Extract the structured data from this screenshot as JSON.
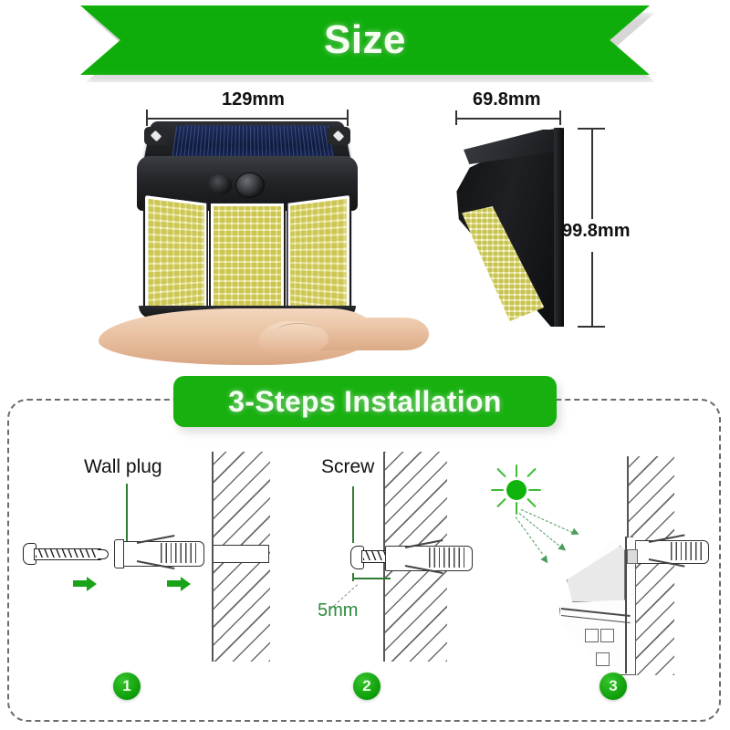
{
  "top_banner": {
    "title": "Size",
    "color": "#12b00c",
    "text_color": "#f4fff0"
  },
  "dimensions": {
    "width_label": "129mm",
    "depth_label": "69.8mm",
    "height_label": "99.8mm"
  },
  "product": {
    "front_view_name": "solar-wall-light-front-view",
    "side_view_name": "solar-wall-light-side-view",
    "hand_name": "hand-holding-product"
  },
  "installation_banner": {
    "title": "3-Steps Installation",
    "color": "#17b00f",
    "text_color": "#f2fff0"
  },
  "steps": [
    {
      "number": "1",
      "label": "Wall plug",
      "caption_color": "#111111",
      "badge_color": "#0a9a06"
    },
    {
      "number": "2",
      "label": "Screw",
      "measure": "5mm",
      "measure_color": "#2e8b3d",
      "badge_color": "#0a9a06"
    },
    {
      "number": "3",
      "label": "",
      "badge_color": "#0a9a06"
    }
  ]
}
